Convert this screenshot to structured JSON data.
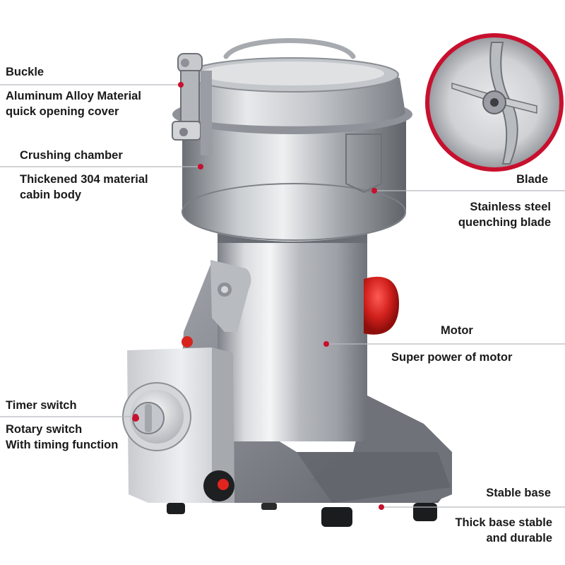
{
  "callouts": {
    "buckle": {
      "title": "Buckle"
    },
    "cover": {
      "line1": "Aluminum Alloy Material",
      "line2": "quick opening cover"
    },
    "chamber": {
      "title": "Crushing chamber",
      "line1": "Thickened 304 material",
      "line2": "cabin body"
    },
    "blade": {
      "title": "Blade",
      "line1": "Stainless steel",
      "line2": "quenching blade"
    },
    "motor": {
      "title": "Motor",
      "line1": "Super power of motor"
    },
    "timer": {
      "title": "Timer switch",
      "line1": "Rotary switch",
      "line2": "With timing function"
    },
    "base": {
      "title": "Stable base",
      "line1": "Thick base stable",
      "line2": "and durable"
    }
  },
  "emblem_text": "",
  "colors": {
    "accent": "#c8102e",
    "steel": "#b9bcc1",
    "base": "#7d8087",
    "text": "#1a1a1a"
  }
}
